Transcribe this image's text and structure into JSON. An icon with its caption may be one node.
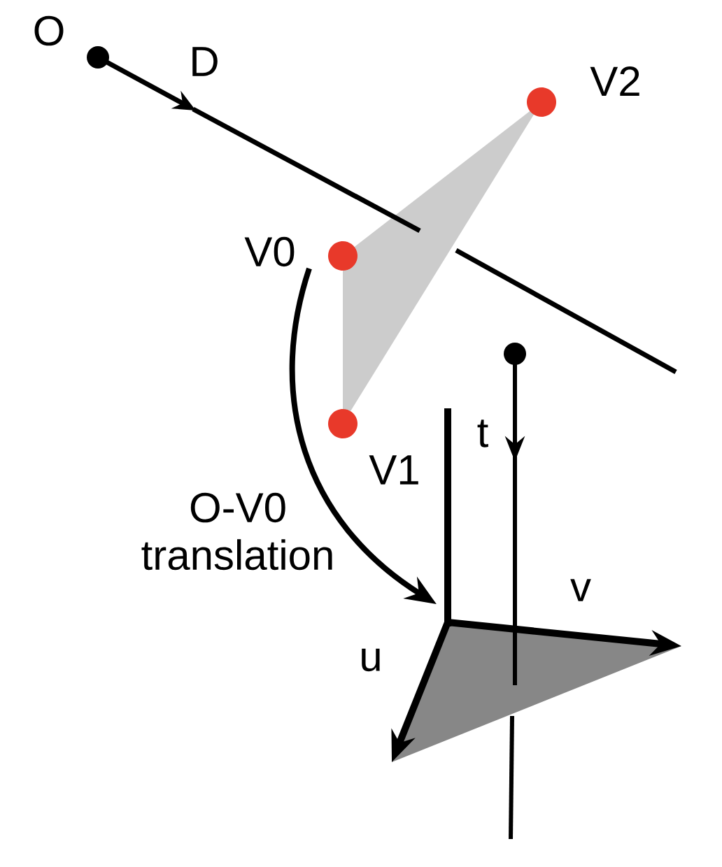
{
  "diagram": {
    "nodes": [
      {
        "text": [],
        "shape": "circle",
        "beside": [
          "V2"
        ]
      },
      {
        "text": [],
        "shape": "circle",
        "beside": [
          "V0"
        ]
      },
      {
        "text": [],
        "shape": "circle",
        "beside": [
          "V1"
        ]
      }
    ],
    "labels": [
      "O",
      "D",
      "t",
      "O-V0 translation",
      "v",
      "u"
    ]
  }
}
